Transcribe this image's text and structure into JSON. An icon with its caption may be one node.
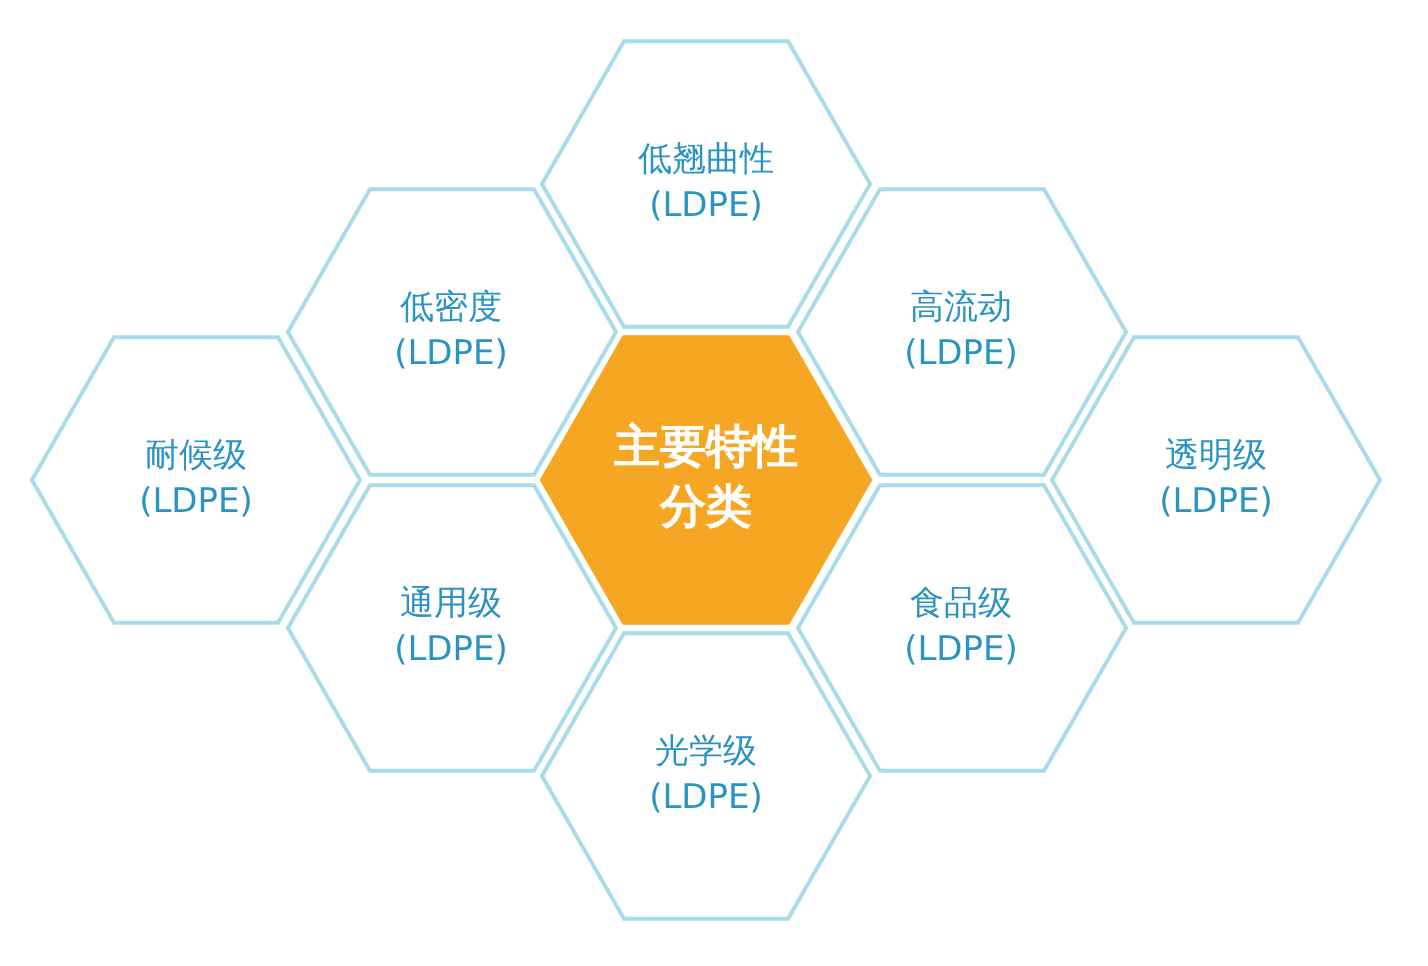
{
  "diagram": {
    "nodes": [
      {
        "text": [
          "低翘曲性",
          "(LDPE)"
        ]
      },
      {
        "text": [
          "低密度",
          "(LDPE)"
        ]
      },
      {
        "text": [
          "高流动",
          "(LDPE)"
        ]
      },
      {
        "text": [
          "耐候级",
          "(LDPE)"
        ]
      },
      {
        "text": [
          "主要特性分类"
        ]
      },
      {
        "text": [
          "透明级",
          "(LDPE)"
        ]
      },
      {
        "text": [
          "通用级",
          "(LDPE)"
        ]
      },
      {
        "text": [
          "食品级",
          "(LDPE)"
        ]
      },
      {
        "text": [
          "光学级",
          "(LDPE)"
        ]
      }
    ]
  }
}
